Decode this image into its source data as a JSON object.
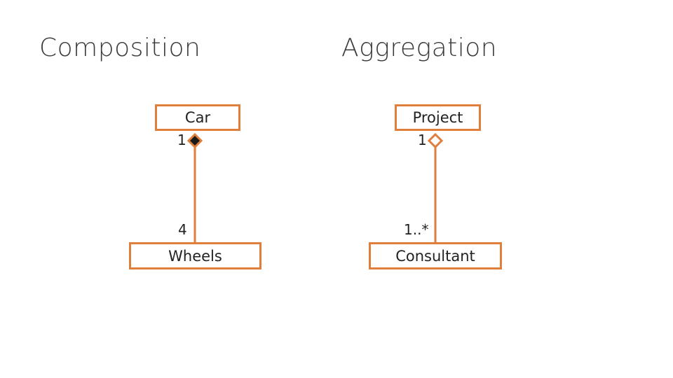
{
  "titles": {
    "composition": "Composition",
    "aggregation": "Aggregation"
  },
  "composition": {
    "whole": "Car",
    "part": "Wheels",
    "whole_multiplicity": "1",
    "part_multiplicity": "4",
    "diamond": "filled"
  },
  "aggregation": {
    "whole": "Project",
    "part": "Consultant",
    "whole_multiplicity": "1",
    "part_multiplicity": "1..*",
    "diamond": "hollow"
  },
  "colors": {
    "border": "#e07e3c",
    "text": "#222222",
    "title": "#3a3a3a",
    "filled_diamond": "#1a1a1a"
  }
}
